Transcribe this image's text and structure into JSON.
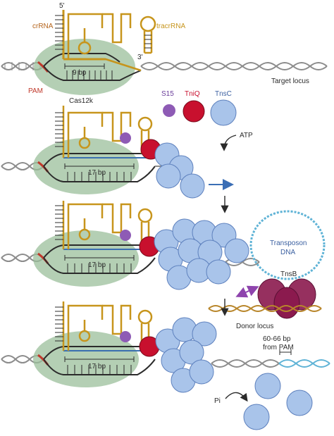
{
  "colors": {
    "rna": "#c7951c",
    "dna_gray": "#8c8c8c",
    "dna_black": "#2b2b2b",
    "dna_blue": "#3a6fb0",
    "pam": "#c0392b",
    "cas12k": "#9bbf9b",
    "s15": "#8e5bb5",
    "tniq": "#c8102e",
    "tnsc": "#a9c4ea",
    "tnsc_stroke": "#5d80bd",
    "tnsb": "#8b1a4e",
    "transposon": "#5fb3d6",
    "donor": "#b8862b",
    "arrow_blue": "#3b6eb5",
    "arrow_purple": "#8e44ad"
  },
  "labels": {
    "five_prime": "5'",
    "three_prime": "3'",
    "crrna": "crRNA",
    "tracrrna": "tracrRNA",
    "nine_bp": "9 bp",
    "target_locus": "Target locus",
    "pam": "PAM",
    "cas12k": "Cas12k",
    "s15": "S15",
    "tniq": "TniQ",
    "tnsc": "TnsC",
    "atp": "ATP",
    "bp17_a": "17 bp",
    "bp17_b": "17 bp",
    "bp17_c": "17 bp",
    "transposon_line1": "Transposon",
    "transposon_line2": "DNA",
    "tnsb": "TnsB",
    "donor_locus": "Donor locus",
    "distance_line1": "60-66 bp",
    "distance_line2": "from PAM",
    "pi": "Pi"
  }
}
